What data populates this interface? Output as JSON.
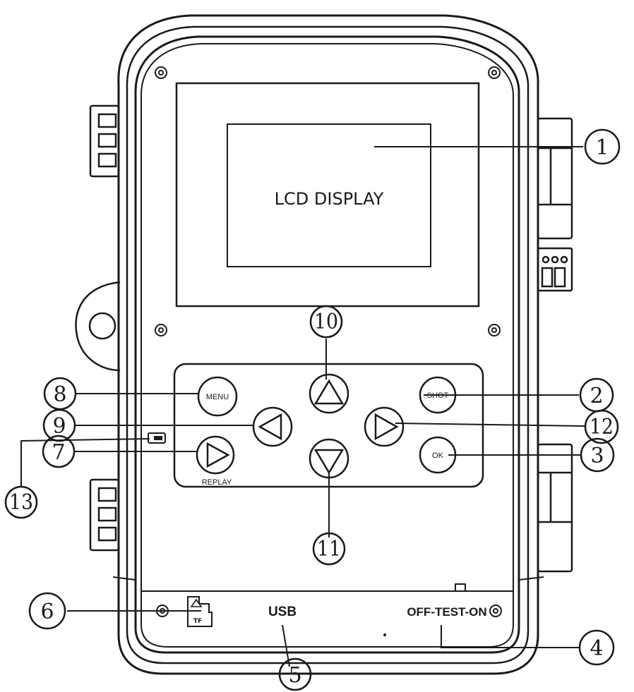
{
  "lcd": {
    "label": "LCD DISPLAY"
  },
  "buttons": {
    "menu": "MENU",
    "shot": "SHOT",
    "ok": "OK",
    "replay": "REPLAY"
  },
  "bottom": {
    "tf": "TF",
    "usb": "USB",
    "switch": "OFF-TEST-ON"
  },
  "callouts": {
    "c1": "1",
    "c2": "2",
    "c3": "3",
    "c4": "4",
    "c5": "5",
    "c6": "6",
    "c7": "7",
    "c8": "8",
    "c9": "9",
    "c10": "10",
    "c11": "11",
    "c12": "12",
    "c13": "13"
  },
  "colors": {
    "line": "#1a1a1a",
    "background": "#ffffff",
    "body_fill": "#ffffff"
  }
}
